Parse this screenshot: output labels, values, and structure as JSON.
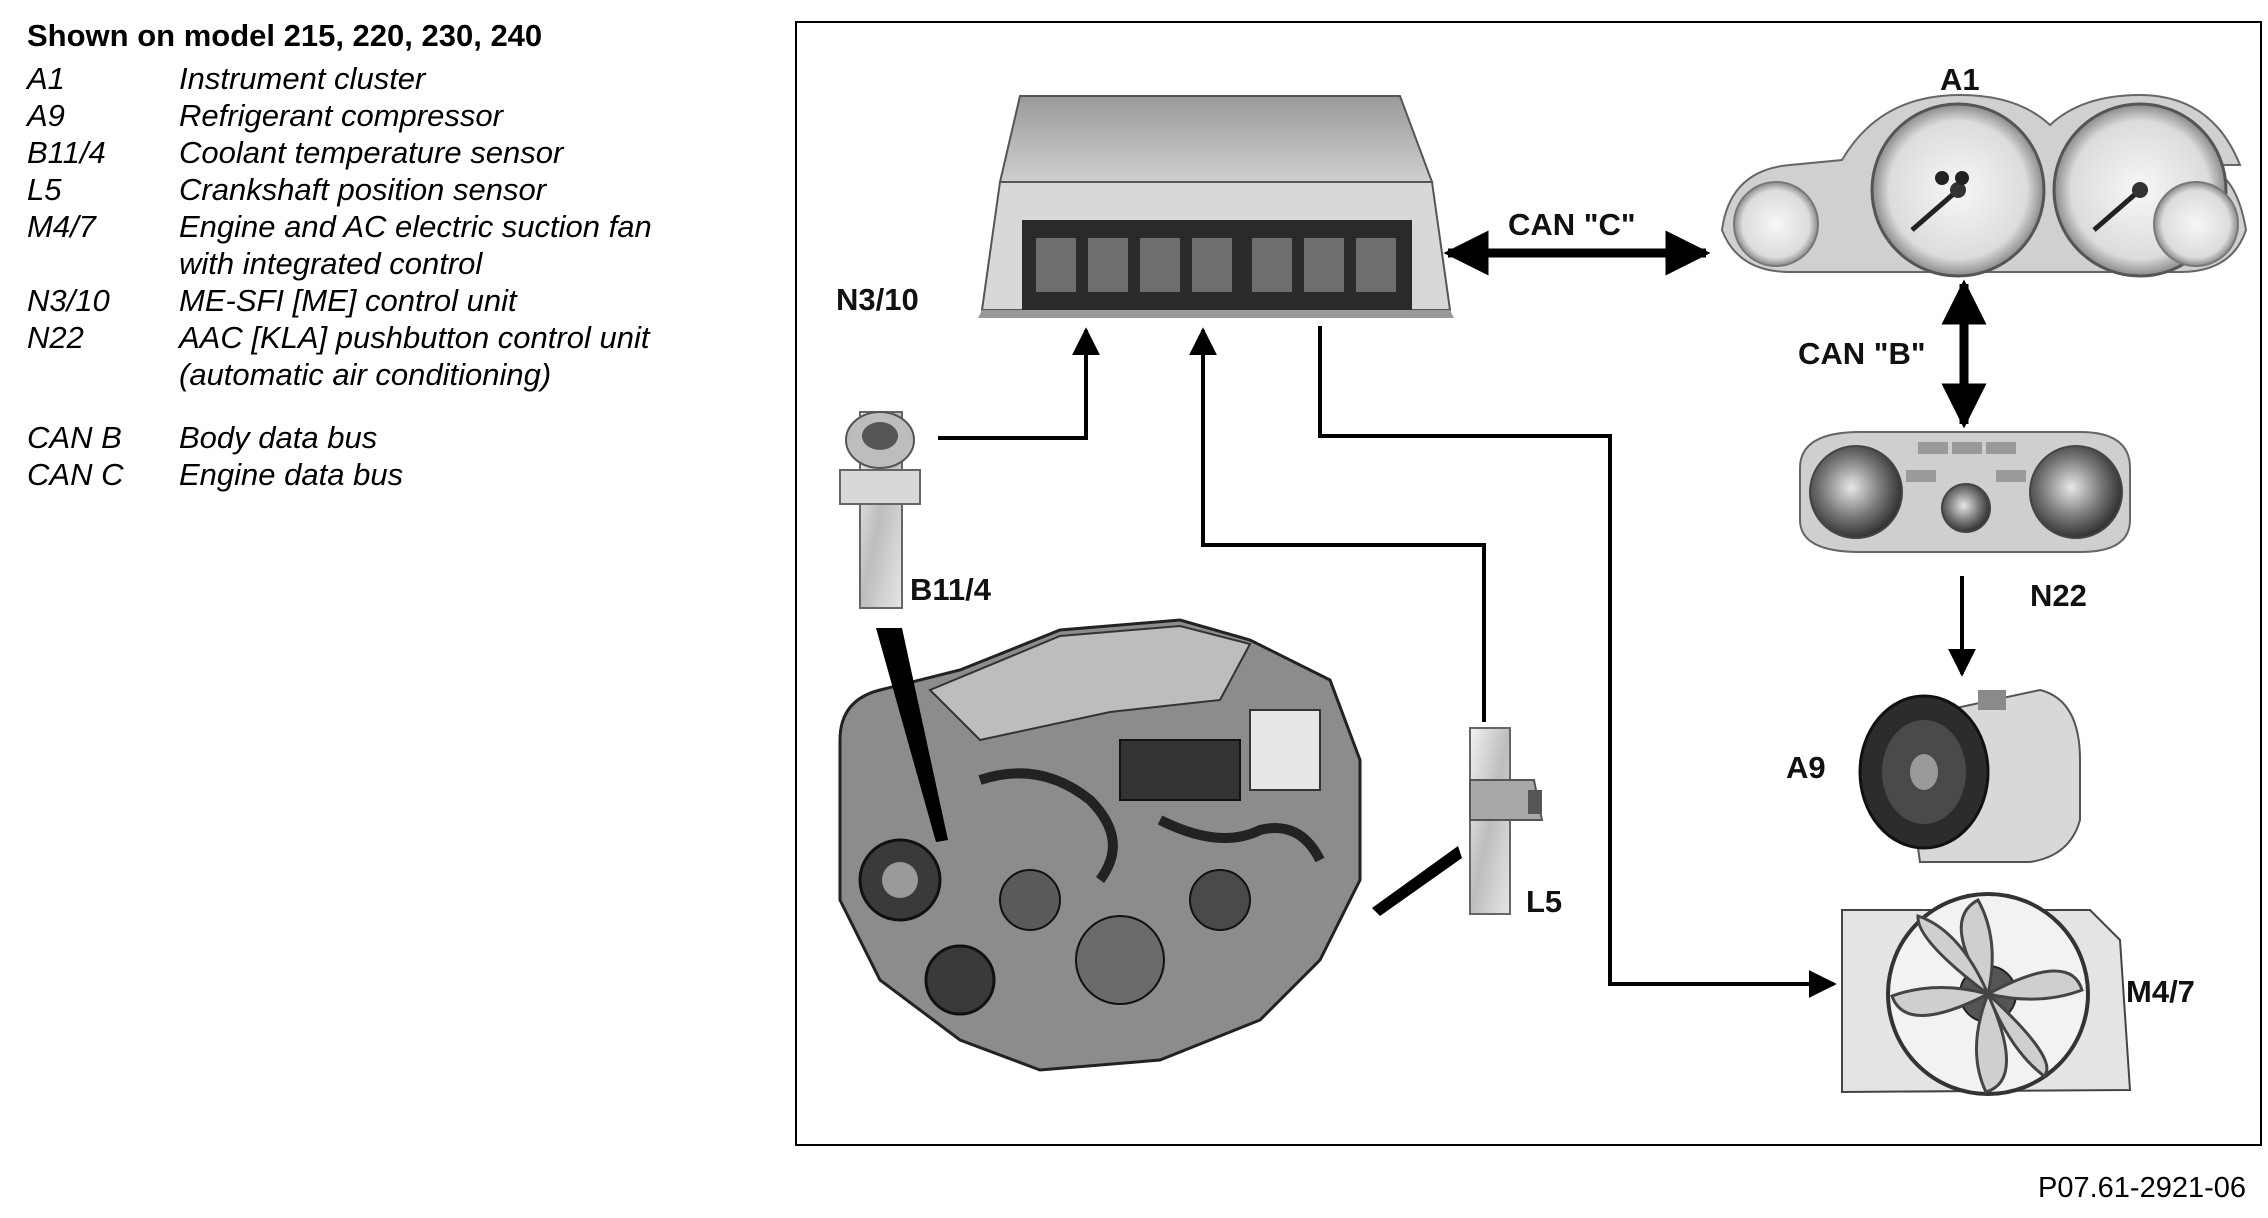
{
  "legend": {
    "title": "Shown on model 215, 220, 230, 240",
    "items": [
      {
        "code": "A1",
        "desc": "Instrument cluster"
      },
      {
        "code": "A9",
        "desc": "Refrigerant compressor"
      },
      {
        "code": "B11/4",
        "desc": "Coolant temperature sensor"
      },
      {
        "code": "L5",
        "desc": "Crankshaft position sensor"
      },
      {
        "code": "M4/7",
        "desc": "Engine and AC electric suction fan\nwith integrated control"
      },
      {
        "code": "N3/10",
        "desc": "ME-SFI [ME] control unit"
      },
      {
        "code": "N22",
        "desc": "AAC [KLA] pushbutton control unit\n(automatic air conditioning)"
      }
    ],
    "bus_items": [
      {
        "code": "CAN B",
        "desc": "Body data bus"
      },
      {
        "code": "CAN C",
        "desc": "Engine data bus"
      }
    ]
  },
  "diagram": {
    "labels": {
      "n3_10": "N3/10",
      "a1": "A1",
      "can_c": "CAN \"C\"",
      "can_b": "CAN \"B\"",
      "n22": "N22",
      "b11_4": "B11/4",
      "a9": "A9",
      "l5": "L5",
      "m4_7": "M4/7"
    }
  },
  "document_number": "P07.61-2921-06"
}
